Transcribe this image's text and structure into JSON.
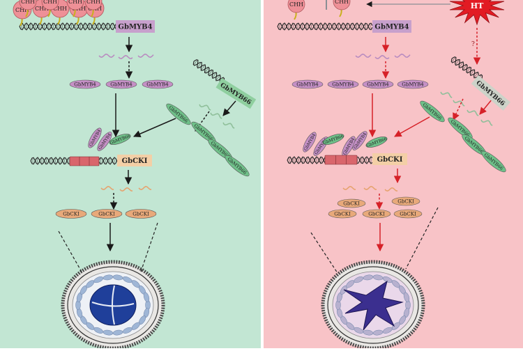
{
  "panels": {
    "left": {
      "background": "#c2e6d3"
    },
    "right": {
      "background": "#f8c3c7"
    }
  },
  "labels": {
    "chh": "CHH",
    "gbmyb4": "GbMYB4",
    "gbmyb66": "GbMYB66",
    "gbcki": "GbCKI",
    "ht": "HT",
    "unknown": "?"
  },
  "colors": {
    "divider": "#ffffff",
    "myb4_box": "#c7a0cc",
    "myb4_protein": "#c590c6",
    "myb66_box": "#8fcf9f",
    "myb66_protein": "#6fc089",
    "cki_box": "#f3cfa6",
    "cki_protein": "#e8a97a",
    "promoter": "#d9666c",
    "methyl_bead": "#ee9097",
    "normal_arrow": "#1a1a1a",
    "heat_arrow": "#d62128",
    "ht_star": "#e21b23",
    "nucleus": "#1f3f9a",
    "pollen_wall": "#4a4a4a",
    "pollen_granule": "#9fb6d6"
  },
  "icons": {
    "dna": "double-helix-icon",
    "mrna": "mrna-wave-icon",
    "protein": "protein-ellipse-icon",
    "heat": "heat-star-icon",
    "pollen": "pollen-grain-icon"
  }
}
